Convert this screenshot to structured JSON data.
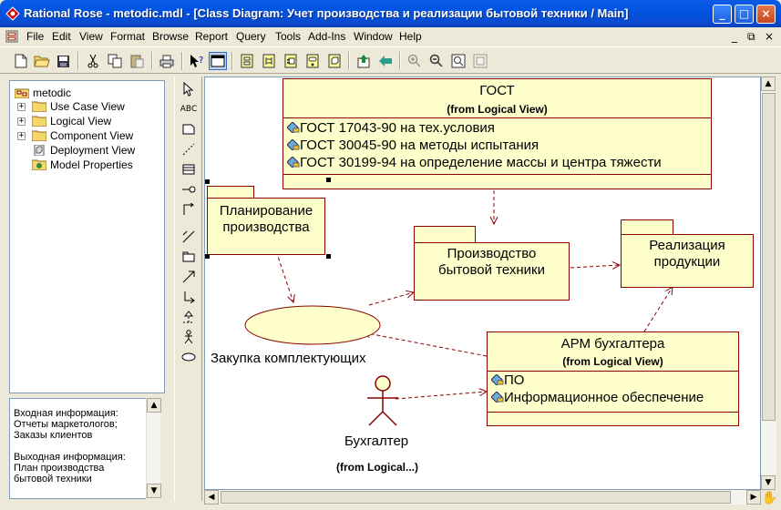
{
  "window": {
    "title": "Rational Rose - metodic.mdl - [Class Diagram: Учет производства и реализации бытовой  техники / Main]",
    "minimize": "_",
    "maximize": "□",
    "close": "×"
  },
  "menu": {
    "items": [
      "File",
      "Edit",
      "View",
      "Format",
      "Browse",
      "Report",
      "Query",
      "Tools",
      "Add-Ins",
      "Window",
      "Help"
    ],
    "mdi_min": "_",
    "mdi_restore": "⧉",
    "mdi_close": "×"
  },
  "browser": {
    "root": "metodic",
    "items": [
      "Use Case View",
      "Logical View",
      "Component View",
      "Deployment View",
      "Model Properties"
    ]
  },
  "documentation": {
    "lines": [
      "Входная информация:",
      "Отчеты маркетологов;",
      "Заказы клиентов",
      "",
      "Выходная информация:",
      "План производства",
      "бытовой техники"
    ]
  },
  "palette": {
    "text_tool": "ABC"
  },
  "diagram": {
    "gost": {
      "name": "ГОСТ",
      "from": "(from Logical View)",
      "attributes": [
        "ГОСТ 17043-90 на тех.условия",
        "ГОСТ 30045-90 на методы испытания",
        "ГОСТ 30199-94 на определение массы и центра тяжести"
      ]
    },
    "planning": {
      "line1": "Планирование",
      "line2": "производства"
    },
    "production": {
      "line1": "Производство",
      "line2": "бытовой техники"
    },
    "realization": {
      "line1": "Реализация",
      "line2": "продукции"
    },
    "purchase_usecase": {
      "label": "Закупка комплектующих"
    },
    "arm": {
      "name": "АРМ бухгалтера",
      "from": "(from Logical View)",
      "attributes": [
        "ПО",
        "Информационное обеспечение"
      ]
    },
    "actor": {
      "name": "Бухгалтер",
      "from": "(from Logical...)"
    }
  },
  "colors": {
    "element_fill": "#ffffcc",
    "element_border": "#8b0000",
    "titlebar": "#0053e1"
  }
}
